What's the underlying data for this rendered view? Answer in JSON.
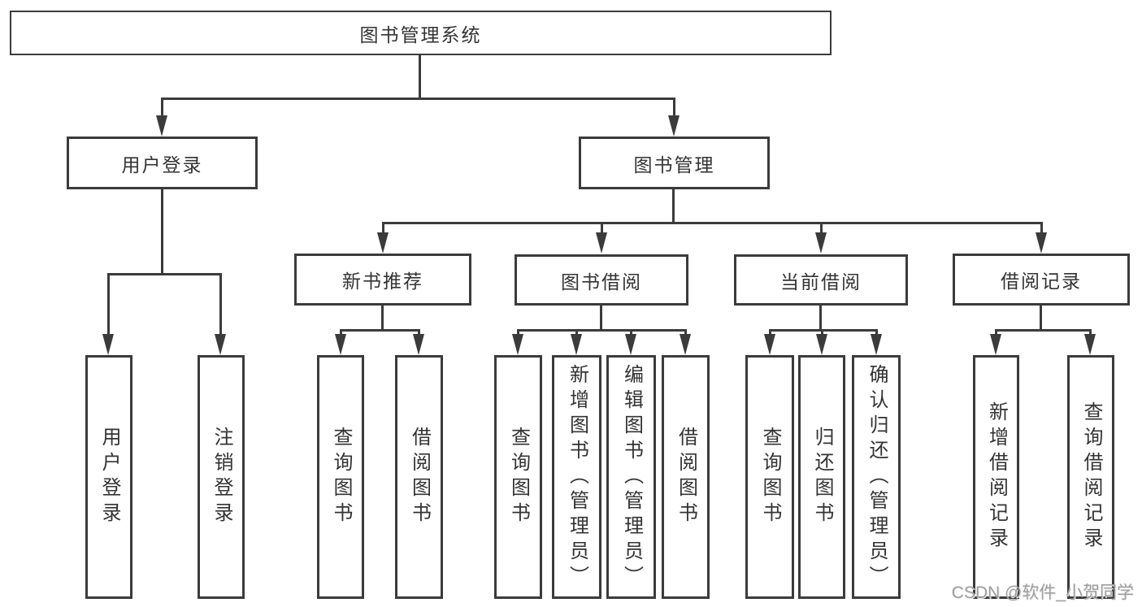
{
  "colors": {
    "line": "#3b3b3b",
    "text": "#333333",
    "background": "#ffffff",
    "watermark": "#9e9e9e"
  },
  "tree": {
    "root": {
      "label": "图书管理系统"
    },
    "level1": [
      {
        "label": "用户登录",
        "children": [
          {
            "label": "用户登录"
          },
          {
            "label": "注销登录"
          }
        ]
      },
      {
        "label": "图书管理",
        "children": [
          {
            "label": "新书推荐",
            "children": [
              {
                "label": "查询图书"
              },
              {
                "label": "借阅图书"
              }
            ]
          },
          {
            "label": "图书借阅",
            "children": [
              {
                "label": "查询图书"
              },
              {
                "label": "新增图书（管理员）"
              },
              {
                "label": "编辑图书（管理员）"
              },
              {
                "label": "借阅图书"
              }
            ]
          },
          {
            "label": "当前借阅",
            "children": [
              {
                "label": "查询图书"
              },
              {
                "label": "归还图书"
              },
              {
                "label": "确认归还（管理员）"
              }
            ]
          },
          {
            "label": "借阅记录",
            "children": [
              {
                "label": "新增借阅记录"
              },
              {
                "label": "查询借阅记录"
              }
            ]
          }
        ]
      }
    ]
  },
  "watermark": {
    "text": "CSDN @软件_小贺同学"
  }
}
